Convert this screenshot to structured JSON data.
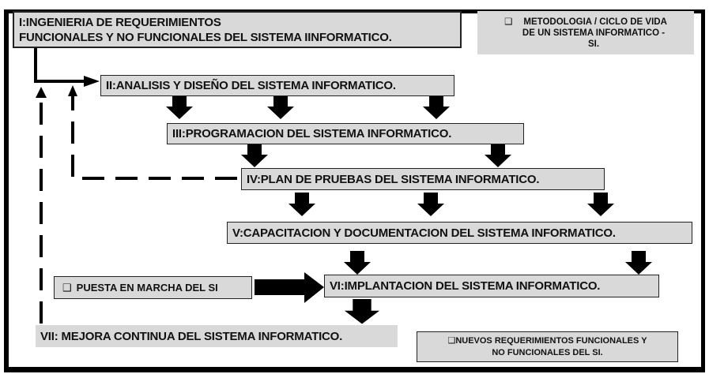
{
  "title_box": {
    "bullet": "❑",
    "lines": [
      "METODOLOGIA / CICLO DE VIDA",
      "DE  UN SISTEMA INFORMATICO -",
      "SI."
    ]
  },
  "stages": {
    "s1": {
      "line1": "I:INGENIERIA DE REQUERIMIENTOS",
      "line2": "FUNCIONALES Y NO FUNCIONALES DEL SISTEMA IINFORMATICO."
    },
    "s2": "II:ANALISIS Y DISEÑO DEL SISTEMA INFORMATICO.",
    "s3": "III:PROGRAMACION DEL SISTEMA INFORMATICO.",
    "s4": "IV:PLAN DE PRUEBAS DEL SISTEMA INFORMATICO.",
    "s5": "V:CAPACITACION Y DOCUMENTACION DEL SISTEMA INFORMATICO.",
    "s6": "VI:IMPLANTACION DEL SISTEMA INFORMATICO.",
    "s7": "VII: MEJORA CONTINUA DEL SISTEMA INFORMATICO."
  },
  "notes": {
    "puesta": {
      "bullet": "❑",
      "text": "PUESTA EN MARCHA DEL SI"
    },
    "nuevos": {
      "bullet": "❑",
      "line1": "NUEVOS REQUERIMIENTOS FUNCIONALES Y",
      "line2": "NO FUNCIONALES DEL SI."
    }
  },
  "colors": {
    "box_fill": "#d9d9d9",
    "line": "#000000"
  }
}
